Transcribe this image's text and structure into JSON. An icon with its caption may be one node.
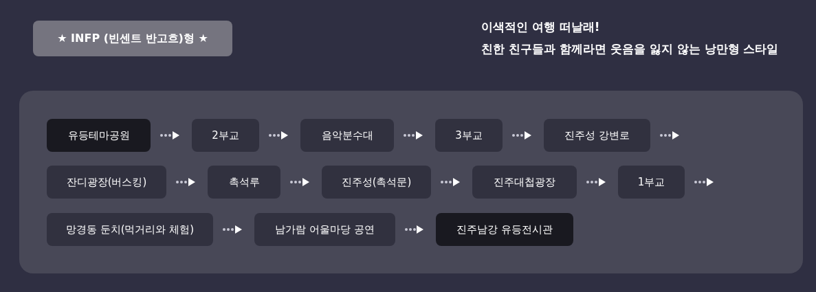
{
  "diagram": {
    "title": "★ INFP (빈센트 반고흐)형 ★",
    "nodes": [
      {
        "text": [],
        "shape": "box"
      },
      {
        "text": [
          "유등테마공원"
        ],
        "in": 0
      },
      {
        "text": [
          "2부교"
        ],
        "in": 0
      },
      {
        "text": [
          "음악분수대"
        ],
        "in": 0
      },
      {
        "text": [
          "3부교"
        ],
        "in": 0
      },
      {
        "text": [
          "진주성 강변로"
        ],
        "in": 0
      },
      {
        "text": [
          "잔디광장(버스킹)"
        ],
        "in": 0
      },
      {
        "text": [
          "촉석루"
        ],
        "in": 0
      },
      {
        "text": [
          "진주성(촉석문)"
        ],
        "in": 0
      },
      {
        "text": [
          "진주대첩광장"
        ],
        "in": 0
      },
      {
        "text": [
          "1부교"
        ],
        "in": 0
      },
      {
        "text": [
          "망경동 둔치(먹거리와 체험)"
        ],
        "in": 0
      },
      {
        "text": [
          "남가람 어울마당 공연"
        ],
        "in": 0
      },
      {
        "text": [
          "진주남강 유등전시관"
        ],
        "in": 0
      }
    ],
    "edges": [
      {
        "from": 1,
        "to": 2,
        "arrow": "to"
      },
      {
        "from": 2,
        "to": 3,
        "arrow": "to"
      },
      {
        "from": 3,
        "to": 4,
        "arrow": "to"
      },
      {
        "from": 4,
        "to": 5,
        "arrow": "to"
      },
      {
        "from": 5,
        "to": null,
        "arrow": "to"
      },
      {
        "from": 6,
        "to": 7,
        "arrow": "to"
      },
      {
        "from": 7,
        "to": 8,
        "arrow": "to"
      },
      {
        "from": 8,
        "to": 9,
        "arrow": "to"
      },
      {
        "from": 9,
        "to": 10,
        "arrow": "to"
      },
      {
        "from": 10,
        "to": null,
        "arrow": "to"
      },
      {
        "from": 11,
        "to": 12,
        "arrow": "to"
      },
      {
        "from": 12,
        "to": 13,
        "arrow": "to"
      }
    ],
    "labels": [
      "이색적인 여행 떠날래!",
      "친한 친구들과 함께라면 웃음을 잃지 않는 낭만형 스타일"
    ]
  }
}
